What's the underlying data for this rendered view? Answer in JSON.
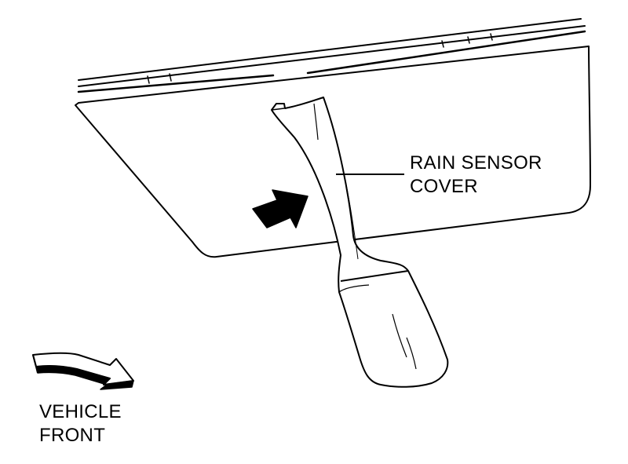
{
  "labels": {
    "rain_sensor_cover": [
      "RAIN SENSOR",
      "COVER"
    ],
    "vehicle_front": [
      "VEHICLE",
      "FRONT"
    ]
  },
  "icons": {
    "push_arrow": "solid-black-arrow",
    "front_arrow": "outlined-direction-arrow"
  },
  "colors": {
    "line": "#000000",
    "background": "#ffffff",
    "shading": "#dcdcdc"
  }
}
